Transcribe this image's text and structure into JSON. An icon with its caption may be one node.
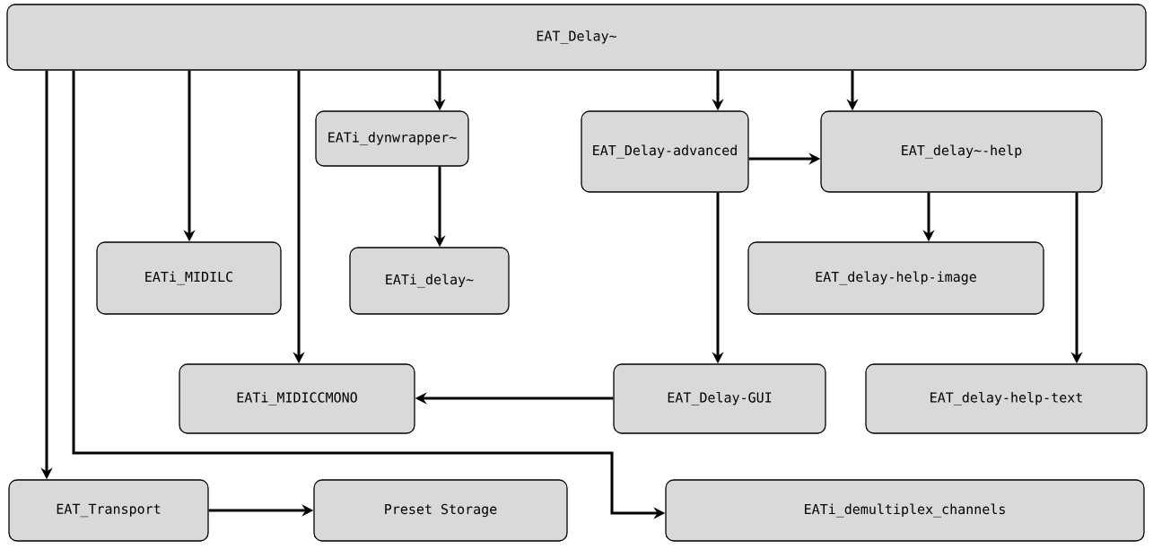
{
  "diagram": {
    "nodes": [
      {
        "text": [
          "EAT_Delay~"
        ]
      },
      {
        "text": [
          "EATi_dynwrapper~"
        ]
      },
      {
        "text": [
          "EAT_Delay-advanced"
        ]
      },
      {
        "text": [
          "EAT_delay~-help"
        ]
      },
      {
        "text": [
          "EATi_MIDILC"
        ]
      },
      {
        "text": [
          "EATi_delay~"
        ]
      },
      {
        "text": [
          "EAT_delay-help-image"
        ]
      },
      {
        "text": [
          "EATi_MIDICCMONO"
        ]
      },
      {
        "text": [
          "EAT_Delay-GUI"
        ]
      },
      {
        "text": [
          "EAT_delay-help-text"
        ]
      },
      {
        "text": [
          "EAT_Transport"
        ]
      },
      {
        "text": [
          "Preset Storage"
        ]
      },
      {
        "text": [
          "EATi_demultiplex_channels"
        ]
      }
    ],
    "edges": [
      {
        "from": 0,
        "to": 10,
        "arrow": "to"
      },
      {
        "from": 0,
        "to": 12,
        "arrow": "to"
      },
      {
        "from": 0,
        "to": 4,
        "arrow": "to"
      },
      {
        "from": 0,
        "to": 7,
        "arrow": "to"
      },
      {
        "from": 0,
        "to": 1,
        "arrow": "to"
      },
      {
        "from": 0,
        "to": 2,
        "arrow": "to"
      },
      {
        "from": 0,
        "to": 3,
        "arrow": "to"
      },
      {
        "from": 1,
        "to": 5,
        "arrow": "to"
      },
      {
        "from": 2,
        "to": 3,
        "arrow": "to"
      },
      {
        "from": 2,
        "to": 8,
        "arrow": "to"
      },
      {
        "from": 3,
        "to": 6,
        "arrow": "to"
      },
      {
        "from": 3,
        "to": 9,
        "arrow": "to"
      },
      {
        "from": 8,
        "to": 7,
        "arrow": "to"
      },
      {
        "from": 10,
        "to": 11,
        "arrow": "to"
      }
    ]
  }
}
